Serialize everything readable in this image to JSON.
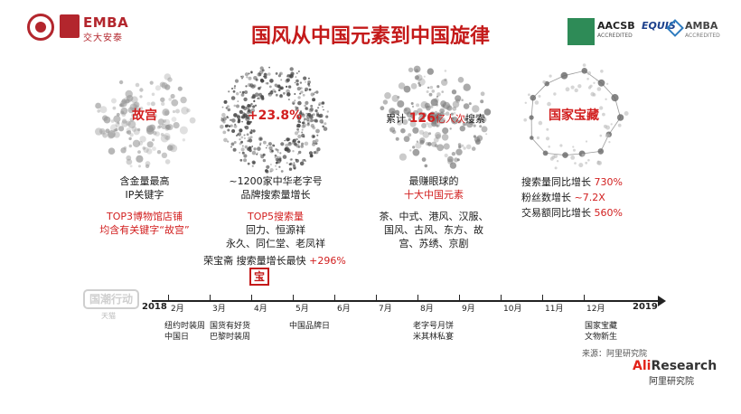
{
  "header": {
    "title": "国风从中国元素到中国旋律",
    "logo_main": "EMBA",
    "logo_sub": "交大安泰",
    "accreditations": {
      "aacsb": "AACSB",
      "aacsb_sub": "ACCREDITED",
      "equis": "EQUIS",
      "amba": "AMBA",
      "amba_sub": "ACCREDITED"
    }
  },
  "sections": {
    "palace": {
      "bubble_label": "故宫",
      "lines": [
        "含金量最高",
        "IP关键字"
      ],
      "highlight": [
        "TOP3博物馆店铺",
        "均含有关键字“故宫”"
      ]
    },
    "brands": {
      "bubble_label": "+23.8%",
      "lines": [
        "~1200家中华老字号",
        "品牌搜索量增长"
      ],
      "highlight_title": "TOP5搜索量",
      "names": [
        "回力、恒源祥",
        "永久、同仁堂、老凤祥"
      ],
      "extra_prefix": "荣宝斋 搜索量增长最快",
      "extra_value": "+296%",
      "stamp": "宝"
    },
    "elements": {
      "bubble_prefix": "累计",
      "bubble_value": "126",
      "bubble_unit": "亿人次",
      "bubble_suffix": "搜索",
      "lines": [
        "最赚眼球的"
      ],
      "highlight": "十大中国元素",
      "items": [
        "茶、中式、港风、汉服、",
        "国风、古风、东方、故",
        "宫、苏绣、京剧"
      ]
    },
    "treasure": {
      "bubble_label": "国家宝藏",
      "stats": [
        {
          "label": "搜索量同比增长",
          "value": "730%"
        },
        {
          "label": "粉丝数增长",
          "value": "~7.2X"
        },
        {
          "label": "交易额同比增长",
          "value": "560%"
        }
      ]
    }
  },
  "timeline": {
    "start_year": "2018",
    "end_year": "2019",
    "months": [
      "2月",
      "3月",
      "4月",
      "5月",
      "6月",
      "7月",
      "8月",
      "9月",
      "10月",
      "11月",
      "12月"
    ],
    "events": {
      "feb": [
        "纽约时装周",
        "中国日"
      ],
      "mar": [
        "国货有好货",
        "巴黎时装周"
      ],
      "may": [
        "中国品牌日"
      ],
      "aug": [
        "老字号月饼",
        "米其林私宴"
      ],
      "dec": [
        "国家宝藏",
        "文物新生"
      ]
    },
    "tmall_text": "国潮行动",
    "tmall_sub": "天猫"
  },
  "footer": {
    "source": "来源：阿里研究院",
    "brand_red": "Ali",
    "brand_rest": "Research",
    "brand_sub": "阿里研究院"
  }
}
